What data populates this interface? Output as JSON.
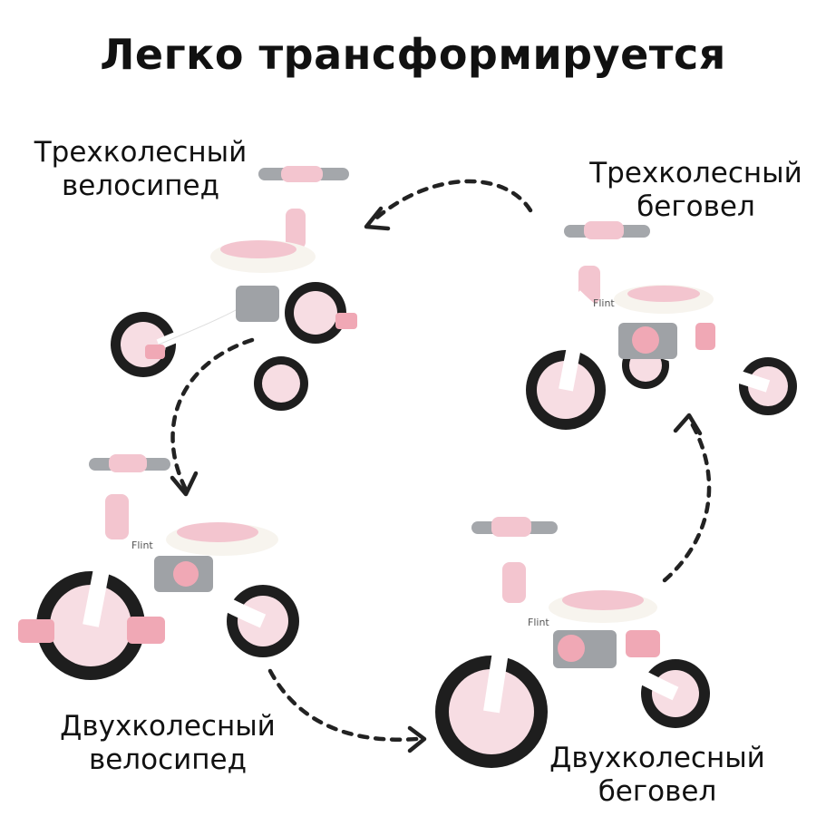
{
  "title": "Легко трансформируется",
  "labels": {
    "top_left": {
      "line1": "Трехколесный",
      "line2": "велосипед"
    },
    "top_right": {
      "line1": "Трехколесный",
      "line2": "беговел"
    },
    "bottom_left": {
      "line1": "Двухколесный",
      "line2": "велосипед"
    },
    "bottom_right": {
      "line1": "Двухколесный",
      "line2": "беговел"
    }
  },
  "brand_mark": "Flint",
  "colors": {
    "pink": "#f3c5cf",
    "grey": "#9fa2a6",
    "white": "#ffffff",
    "tire": "#1e1e1e",
    "arrow": "#222222"
  }
}
